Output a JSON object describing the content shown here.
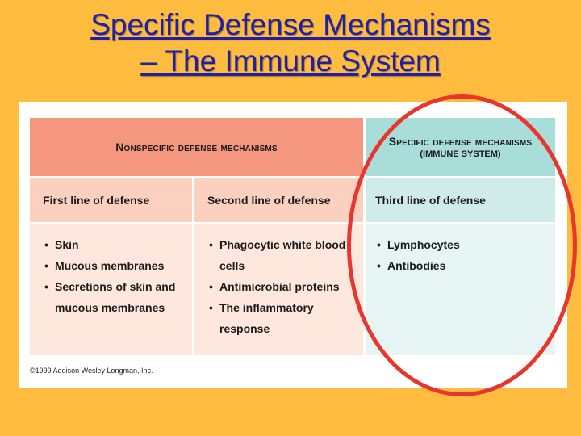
{
  "title": {
    "line1": "Specific Defense Mechanisms",
    "line2": "– The Immune System"
  },
  "table": {
    "nonspecific_header": "Nonspecific defense mechanisms",
    "specific_header": "Specific defense mechanisms",
    "specific_subheader": "(IMMUNE SYSTEM)",
    "columns": [
      {
        "heading": "First line of defense",
        "items": [
          "Skin",
          "Mucous membranes",
          "Secretions of skin and mucous membranes"
        ]
      },
      {
        "heading": "Second line of defense",
        "items": [
          "Phagocytic white blood cells",
          "Antimicrobial proteins",
          "The inflammatory response"
        ]
      },
      {
        "heading": "Third line of defense",
        "items": [
          "Lymphocytes",
          "Antibodies"
        ]
      }
    ],
    "bullet": "•"
  },
  "credit": "©1999 Addison Wesley Longman, Inc.",
  "colors": {
    "background": "#FFBC3E",
    "title": "#1F1FA8",
    "nonspecific_header": "#F5977F",
    "specific_header": "#A9DDD9",
    "highlight_oval": "#E8362D"
  }
}
